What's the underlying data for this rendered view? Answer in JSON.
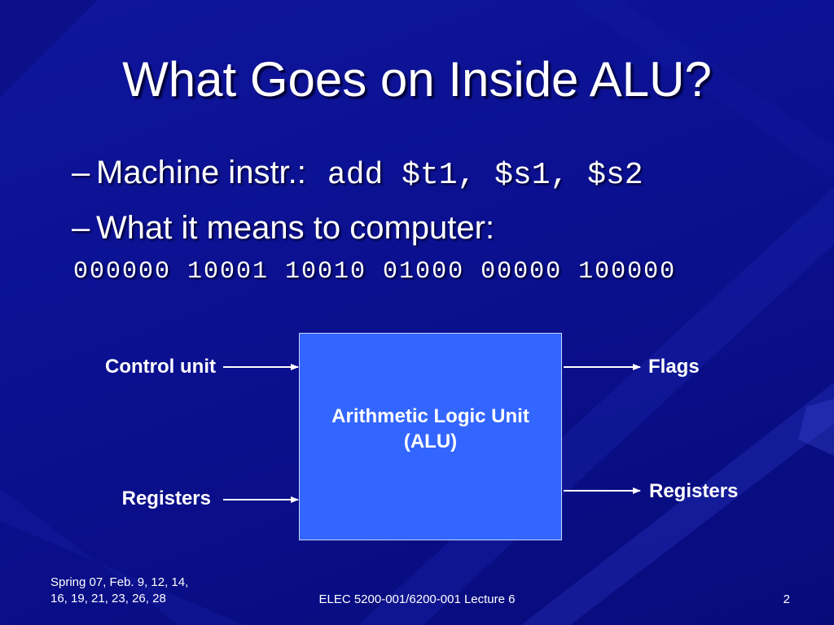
{
  "slide": {
    "title": "What Goes on Inside ALU?",
    "bullets": [
      {
        "dash": "–",
        "text": "Machine instr.:",
        "code": "add $t1, $s1, $s2"
      },
      {
        "dash": "–",
        "text": "What it means to computer:"
      }
    ],
    "binary": "000000 10001 10010 01000 00000 100000"
  },
  "diagram": {
    "alu_label_line1": "Arithmetic Logic Unit",
    "alu_label_line2": "(ALU)",
    "inputs": [
      "Control unit",
      "Registers"
    ],
    "outputs": [
      "Flags",
      "Registers"
    ]
  },
  "footer": {
    "date_line1": "Spring 07, Feb. 9, 12, 14,",
    "date_line2": "16, 19, 21, 23, 26, 28",
    "course": "ELEC 5200-001/6200-001 Lecture 6",
    "page": "2"
  },
  "colors": {
    "background": "#0b1090",
    "alu_box": "#3366ff",
    "text": "#ffffff"
  }
}
